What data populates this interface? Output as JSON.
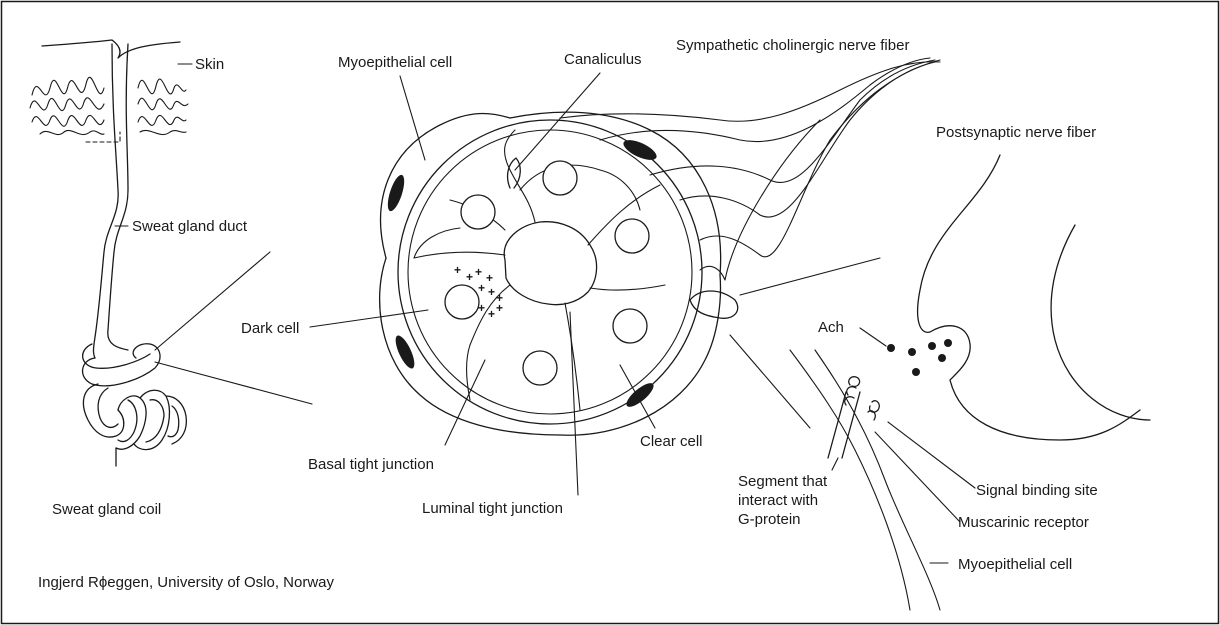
{
  "labels": {
    "skin": "Skin",
    "myoepithelial_cell_top": "Myoepithelial cell",
    "canaliculus": "Canaliculus",
    "sympathetic_nerve": "Sympathetic cholinergic nerve fiber",
    "postsynaptic_nerve": "Postsynaptic nerve fiber",
    "sweat_gland_duct": "Sweat gland duct",
    "dark_cell": "Dark cell",
    "ach": "Ach",
    "basal_tight_junction": "Basal tight junction",
    "clear_cell": "Clear cell",
    "luminal_tight_junction": "Luminal tight junction",
    "sweat_gland_coil": "Sweat gland coil",
    "segment_line1": "Segment that",
    "segment_line2": "interact with",
    "segment_line3": "G-protein",
    "signal_binding_site": "Signal binding site",
    "muscarinic_receptor": "Muscarinic receptor",
    "myoepithelial_cell_bottom": "Myoepithelial cell"
  },
  "credit": "Ingjerd Rϕeggen, University of Oslo, Norway"
}
